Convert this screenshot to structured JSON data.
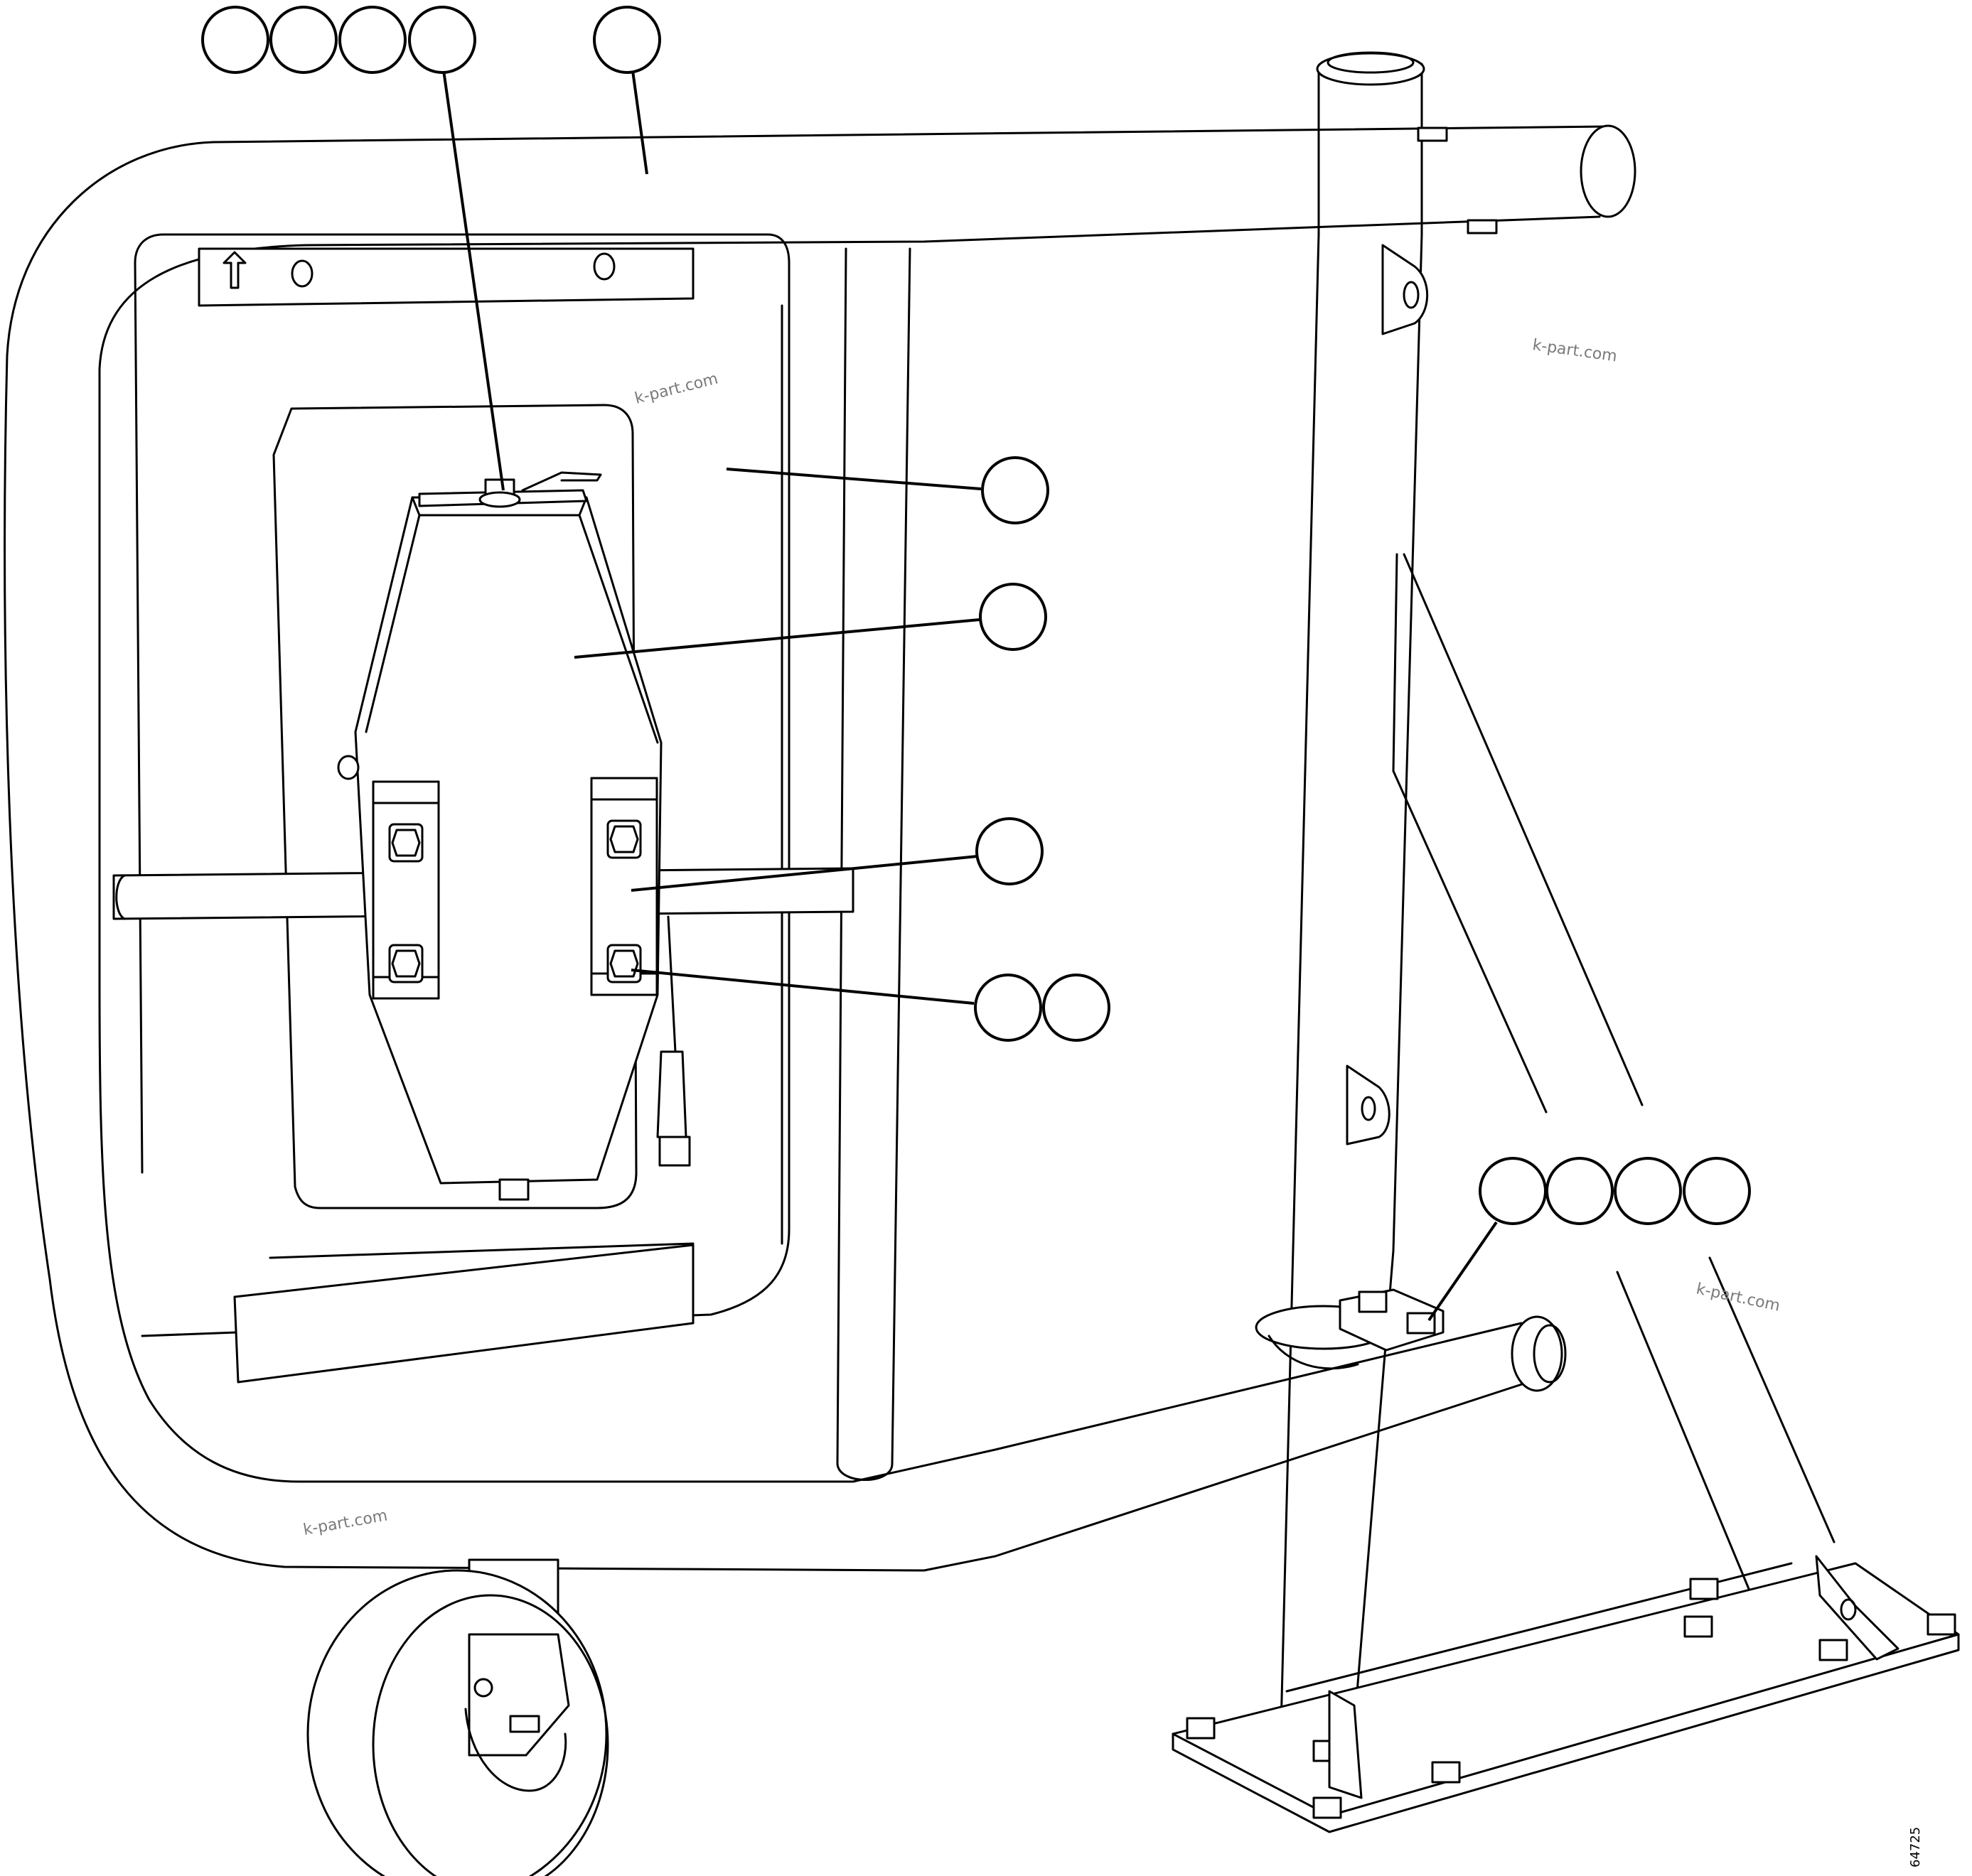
{
  "watermarks": [
    "k-part.com",
    "k-part.com",
    "k-part.com",
    "k-part.com"
  ],
  "figure_number": "64725",
  "callout_groups": [
    {
      "id": "group-a",
      "count": 4
    },
    {
      "id": "group-b",
      "count": 1
    },
    {
      "id": "group-c",
      "count": 1
    },
    {
      "id": "group-d",
      "count": 1
    },
    {
      "id": "group-e",
      "count": 1
    },
    {
      "id": "group-f",
      "count": 2
    },
    {
      "id": "group-g",
      "count": 4
    }
  ]
}
